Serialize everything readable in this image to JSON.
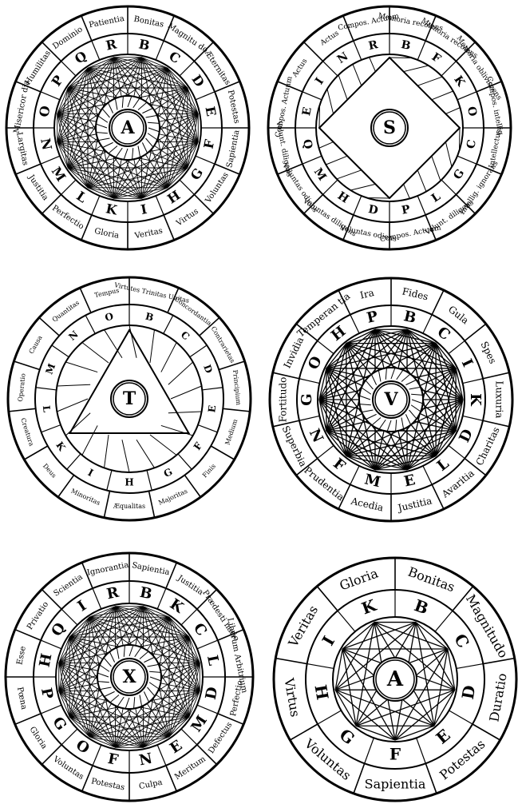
{
  "figure": {
    "wheels": [
      {
        "id": "wheel-a-top",
        "center_letter": "A",
        "outer": [
          "Bonitas",
          "Magnitu do",
          "Æternitas",
          "Potestas",
          "Sapientia",
          "Voluntas",
          "Virtus",
          "Veritas",
          "Gloria",
          "Perfectio",
          "Justitia",
          "Largitas",
          "Misericor dia",
          "Humilitas",
          "Dominio",
          "Patientia"
        ],
        "inner": [
          "B",
          "C",
          "D",
          "E",
          "F",
          "G",
          "H",
          "I",
          "K",
          "L",
          "M",
          "N",
          "O",
          "P",
          "Q",
          "R"
        ],
        "style": "dense"
      },
      {
        "id": "wheel-s",
        "center_letter": "S",
        "outer": [
          "Memoria recolens",
          "Memoria recolens",
          "Memoria obliviscens",
          "Compos. intellig.",
          "Intellectus",
          "Intellig. ignorans",
          "Volunt. diligens",
          "Compos. Actuum",
          "Voluntas odiens",
          "Voluntas diligens",
          "Voluntas odiens",
          "Volunt. diligens",
          "Compos. Actuum",
          "Actus",
          "Actus",
          "Compos. Actuum"
        ],
        "inner": [
          "B",
          "F",
          "K",
          "O",
          "C",
          "G",
          "L",
          "P",
          "D",
          "H",
          "M",
          "Q",
          "E",
          "I",
          "N",
          "R"
        ],
        "style": "square"
      },
      {
        "id": "wheel-t",
        "center_letter": "T",
        "outer": [
          "Virtutes Trinitas Unitas",
          "Concordantia",
          "Contrarietas",
          "Principium",
          "Medium",
          "Finis",
          "Majoritas",
          "Æqualitas",
          "Minoritas",
          "Deus",
          "Creatura",
          "Operatio",
          "Causa",
          "Quantitas",
          "Tempus"
        ],
        "inner": [
          "B",
          "C",
          "D",
          "E",
          "F",
          "G",
          "H",
          "I",
          "K",
          "L",
          "M",
          "N",
          "O"
        ],
        "style": "triangle"
      },
      {
        "id": "wheel-v",
        "center_letter": "V",
        "outer": [
          "Fides",
          "Gula",
          "Spes",
          "Luxuria",
          "Charitas",
          "Avaritia",
          "Justitia",
          "Acedia",
          "Prudentia",
          "Superbia",
          "Fortitudo",
          "Invidia",
          "Temperan tia",
          "Ira"
        ],
        "inner": [
          "B",
          "C",
          "I",
          "K",
          "D",
          "L",
          "E",
          "M",
          "F",
          "N",
          "G",
          "O",
          "H",
          "P"
        ],
        "style": "star"
      },
      {
        "id": "wheel-x",
        "center_letter": "X",
        "outer": [
          "Sapientia",
          "Justitia",
          "Prædesti natio",
          "Liberum Arbitrium",
          "Perfectio",
          "Defectus",
          "Meritum",
          "Culpa",
          "Potestas",
          "Voluntas",
          "Gloria",
          "Pœna",
          "Esse",
          "Privatio",
          "Scientia",
          "Ignorantia"
        ],
        "inner": [
          "B",
          "K",
          "C",
          "L",
          "D",
          "M",
          "E",
          "N",
          "F",
          "O",
          "G",
          "P",
          "H",
          "Q",
          "I",
          "R"
        ],
        "style": "dense"
      },
      {
        "id": "wheel-a-bottom",
        "center_letter": "A",
        "outer": [
          "Bonitas",
          "Magnitudo",
          "Duratio",
          "Potestas",
          "Sapientia",
          "Voluntas",
          "Virtus",
          "Veritas",
          "Gloria"
        ],
        "inner": [
          "B",
          "C",
          "D",
          "E",
          "F",
          "G",
          "H",
          "I",
          "K"
        ],
        "style": "nonagon"
      }
    ]
  }
}
